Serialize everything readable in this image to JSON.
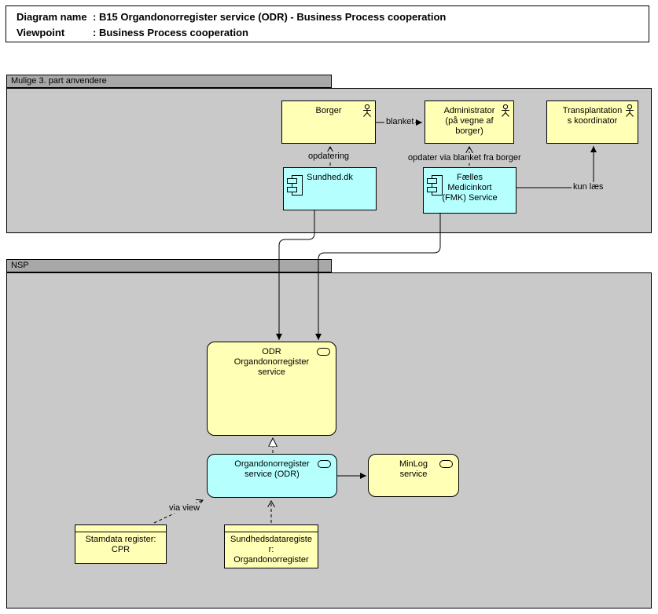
{
  "title": {
    "rows": [
      {
        "label": "Diagram name",
        "value": ": B15 Organdonorregister service (ODR) - Business Process cooperation"
      },
      {
        "label": "Viewpoint",
        "value": ": Business Process cooperation"
      }
    ]
  },
  "groups": {
    "third_party": {
      "label": "Mulige 3. part anvendere"
    },
    "nsp": {
      "label": "NSP"
    }
  },
  "nodes": {
    "borger": {
      "label": "Borger",
      "type": "business-actor"
    },
    "administrator": {
      "label": "Administrator\n(på vegne af\nborger)",
      "type": "business-actor"
    },
    "transplantation": {
      "label": "Transplantation\ns koordinator",
      "type": "business-actor"
    },
    "sundhed": {
      "label": "Sundhed.dk",
      "type": "application-component"
    },
    "fmk": {
      "label": "Fælles\nMedicinkort\n(FMK) Service",
      "type": "application-component"
    },
    "odr_service": {
      "label": "ODR\nOrgandonorregister\nservice",
      "type": "application-service"
    },
    "odr_component": {
      "label": "Organdonorregister\nservice (ODR)",
      "type": "application-service"
    },
    "minlog": {
      "label": "MinLog\nservice",
      "type": "application-service"
    },
    "stamdata": {
      "label": "Stamdata register:\nCPR",
      "type": "data-object"
    },
    "sundhedsdataregister": {
      "label": "Sundhedsdataregiste\nr:\nOrgandonorregister",
      "type": "data-object"
    }
  },
  "edge_labels": {
    "blanket": "blanket",
    "opdatering": "opdatering",
    "opdater_via_blanket": "opdater via blanket fra borger",
    "kun_laes": "kun læs",
    "via_view": "via view"
  },
  "colors": {
    "actor_fill": "#FFFFB5",
    "component_fill": "#B5FFFF",
    "group_body": "#C9C9C9",
    "group_tab": "#A8A8A8",
    "border": "#000000"
  }
}
